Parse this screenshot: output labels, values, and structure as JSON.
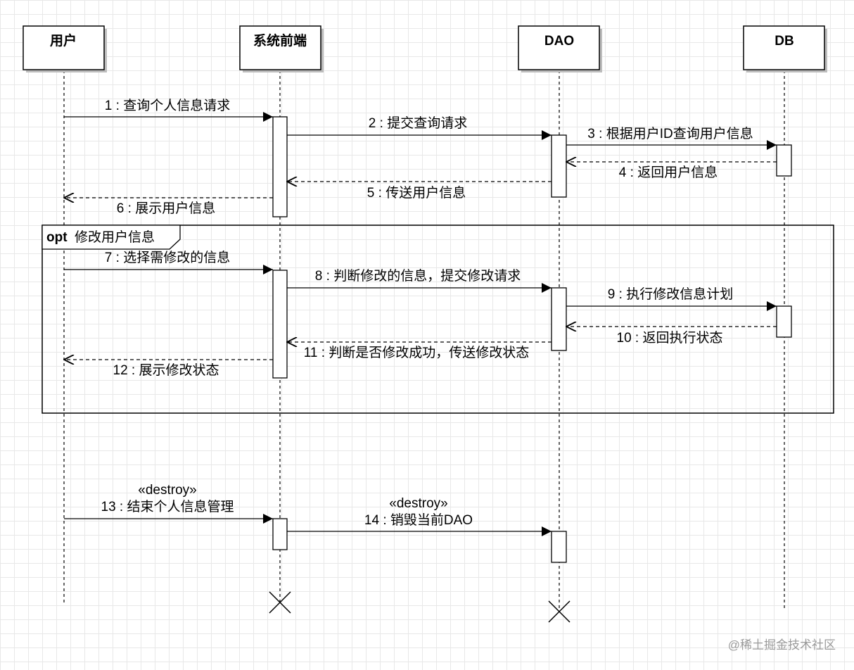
{
  "lifelines": [
    {
      "id": "user",
      "label": "用户"
    },
    {
      "id": "frontend",
      "label": "系统前端"
    },
    {
      "id": "dao",
      "label": "DAO"
    },
    {
      "id": "db",
      "label": "DB"
    }
  ],
  "messages": [
    {
      "id": "m1",
      "label": "1 : 查询个人信息请求",
      "from": "user",
      "to": "frontend",
      "kind": "sync"
    },
    {
      "id": "m2",
      "label": "2 : 提交查询请求",
      "from": "frontend",
      "to": "dao",
      "kind": "sync"
    },
    {
      "id": "m3",
      "label": "3 : 根据用户ID查询用户信息",
      "from": "dao",
      "to": "db",
      "kind": "sync"
    },
    {
      "id": "m4",
      "label": "4 : 返回用户信息",
      "from": "db",
      "to": "dao",
      "kind": "return"
    },
    {
      "id": "m5",
      "label": "5 : 传送用户信息",
      "from": "dao",
      "to": "frontend",
      "kind": "return"
    },
    {
      "id": "m6",
      "label": "6 : 展示用户信息",
      "from": "frontend",
      "to": "user",
      "kind": "return"
    },
    {
      "id": "m7",
      "label": "7 : 选择需修改的信息",
      "from": "user",
      "to": "frontend",
      "kind": "sync"
    },
    {
      "id": "m8",
      "label": "8 : 判断修改的信息，提交修改请求",
      "from": "frontend",
      "to": "dao",
      "kind": "sync"
    },
    {
      "id": "m9",
      "label": "9 : 执行修改信息计划",
      "from": "dao",
      "to": "db",
      "kind": "sync"
    },
    {
      "id": "m10",
      "label": "10 : 返回执行状态",
      "from": "db",
      "to": "dao",
      "kind": "return"
    },
    {
      "id": "m11",
      "label": "11 : 判断是否修改成功，传送修改状态",
      "from": "dao",
      "to": "frontend",
      "kind": "return"
    },
    {
      "id": "m12",
      "label": "12 : 展示修改状态",
      "from": "frontend",
      "to": "user",
      "kind": "return"
    },
    {
      "id": "m13",
      "stereotype": "«destroy»",
      "label": "13 : 结束个人信息管理",
      "from": "user",
      "to": "frontend",
      "kind": "sync"
    },
    {
      "id": "m14",
      "stereotype": "«destroy»",
      "label": "14 : 销毁当前DAO",
      "from": "frontend",
      "to": "dao",
      "kind": "sync"
    }
  ],
  "fragment": {
    "keyword": "opt",
    "condition": "修改用户信息"
  },
  "watermark": "@稀土掘金技术社区"
}
